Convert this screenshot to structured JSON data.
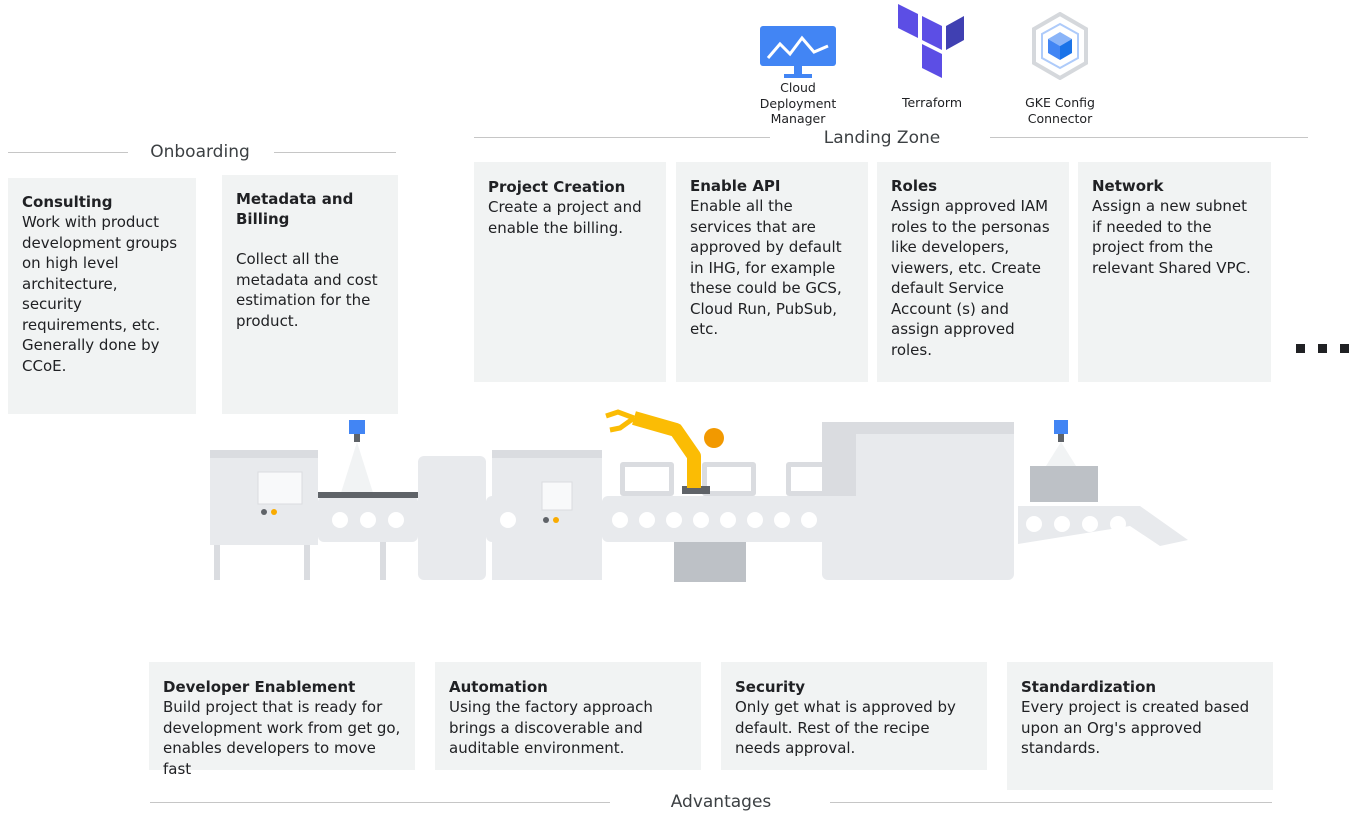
{
  "tools": [
    {
      "label": "Cloud Deployment Manager",
      "icon": "cloud-deployment-manager-icon"
    },
    {
      "label": "Terraform",
      "icon": "terraform-icon"
    },
    {
      "label": "GKE Config Connector",
      "icon": "gke-config-connector-icon"
    }
  ],
  "sections": {
    "onboarding": "Onboarding",
    "landing_zone": "Landing Zone",
    "advantages": "Advantages"
  },
  "onboarding_cards": [
    {
      "title": "Consulting",
      "text": "Work with product development groups on high level architecture, security requirements, etc. Generally done by CCoE."
    },
    {
      "title": "Metadata and Billing",
      "text": "Collect all the metadata and cost estimation for the product."
    }
  ],
  "landing_zone_cards": [
    {
      "title": "Project Creation",
      "text": "Create a project and enable the billing."
    },
    {
      "title": "Enable API",
      "text": "Enable all the services that are approved by default in IHG, for example these could be GCS, Cloud Run, PubSub, etc."
    },
    {
      "title": "Roles",
      "text": "Assign approved IAM roles to the personas like developers, viewers, etc. Create default Service Account (s) and assign approved roles."
    },
    {
      "title": "Network",
      "text": "Assign a new subnet if needed to the project from the relevant Shared VPC."
    }
  ],
  "advantage_cards": [
    {
      "title": "Developer Enablement",
      "text": "Build project that is ready for development work from get go, enables developers to move fast"
    },
    {
      "title": "Automation",
      "text": "Using the factory approach brings a discoverable and auditable environment."
    },
    {
      "title": "Security",
      "text": "Only get what is approved by default. Rest of the recipe needs approval."
    },
    {
      "title": "Standardization",
      "text": "Every project is created based upon an Org's approved standards."
    }
  ],
  "colors": {
    "card_bg": "#f1f3f3",
    "google_blue": "#4285f4",
    "terraform_purple": "#5c4ee5",
    "robot_yellow": "#fbbc04",
    "machine_gray": "#e8eaed"
  }
}
